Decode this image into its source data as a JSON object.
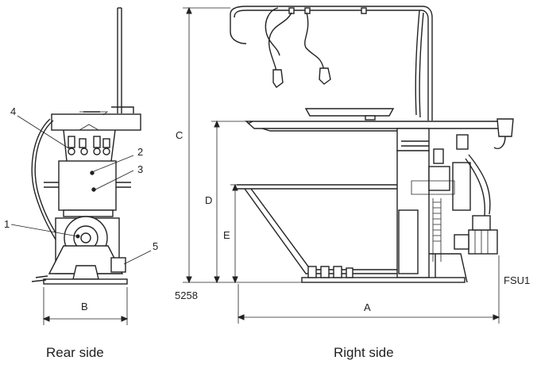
{
  "figure": {
    "callouts": [
      "1",
      "2",
      "3",
      "4",
      "5"
    ],
    "dimension_labels": {
      "a": "A",
      "b": "B",
      "c": "C",
      "d": "D",
      "e": "E"
    },
    "codes": {
      "left": "5258",
      "right": "FSU1"
    },
    "captions": {
      "rear": "Rear side",
      "right": "Right side"
    }
  }
}
